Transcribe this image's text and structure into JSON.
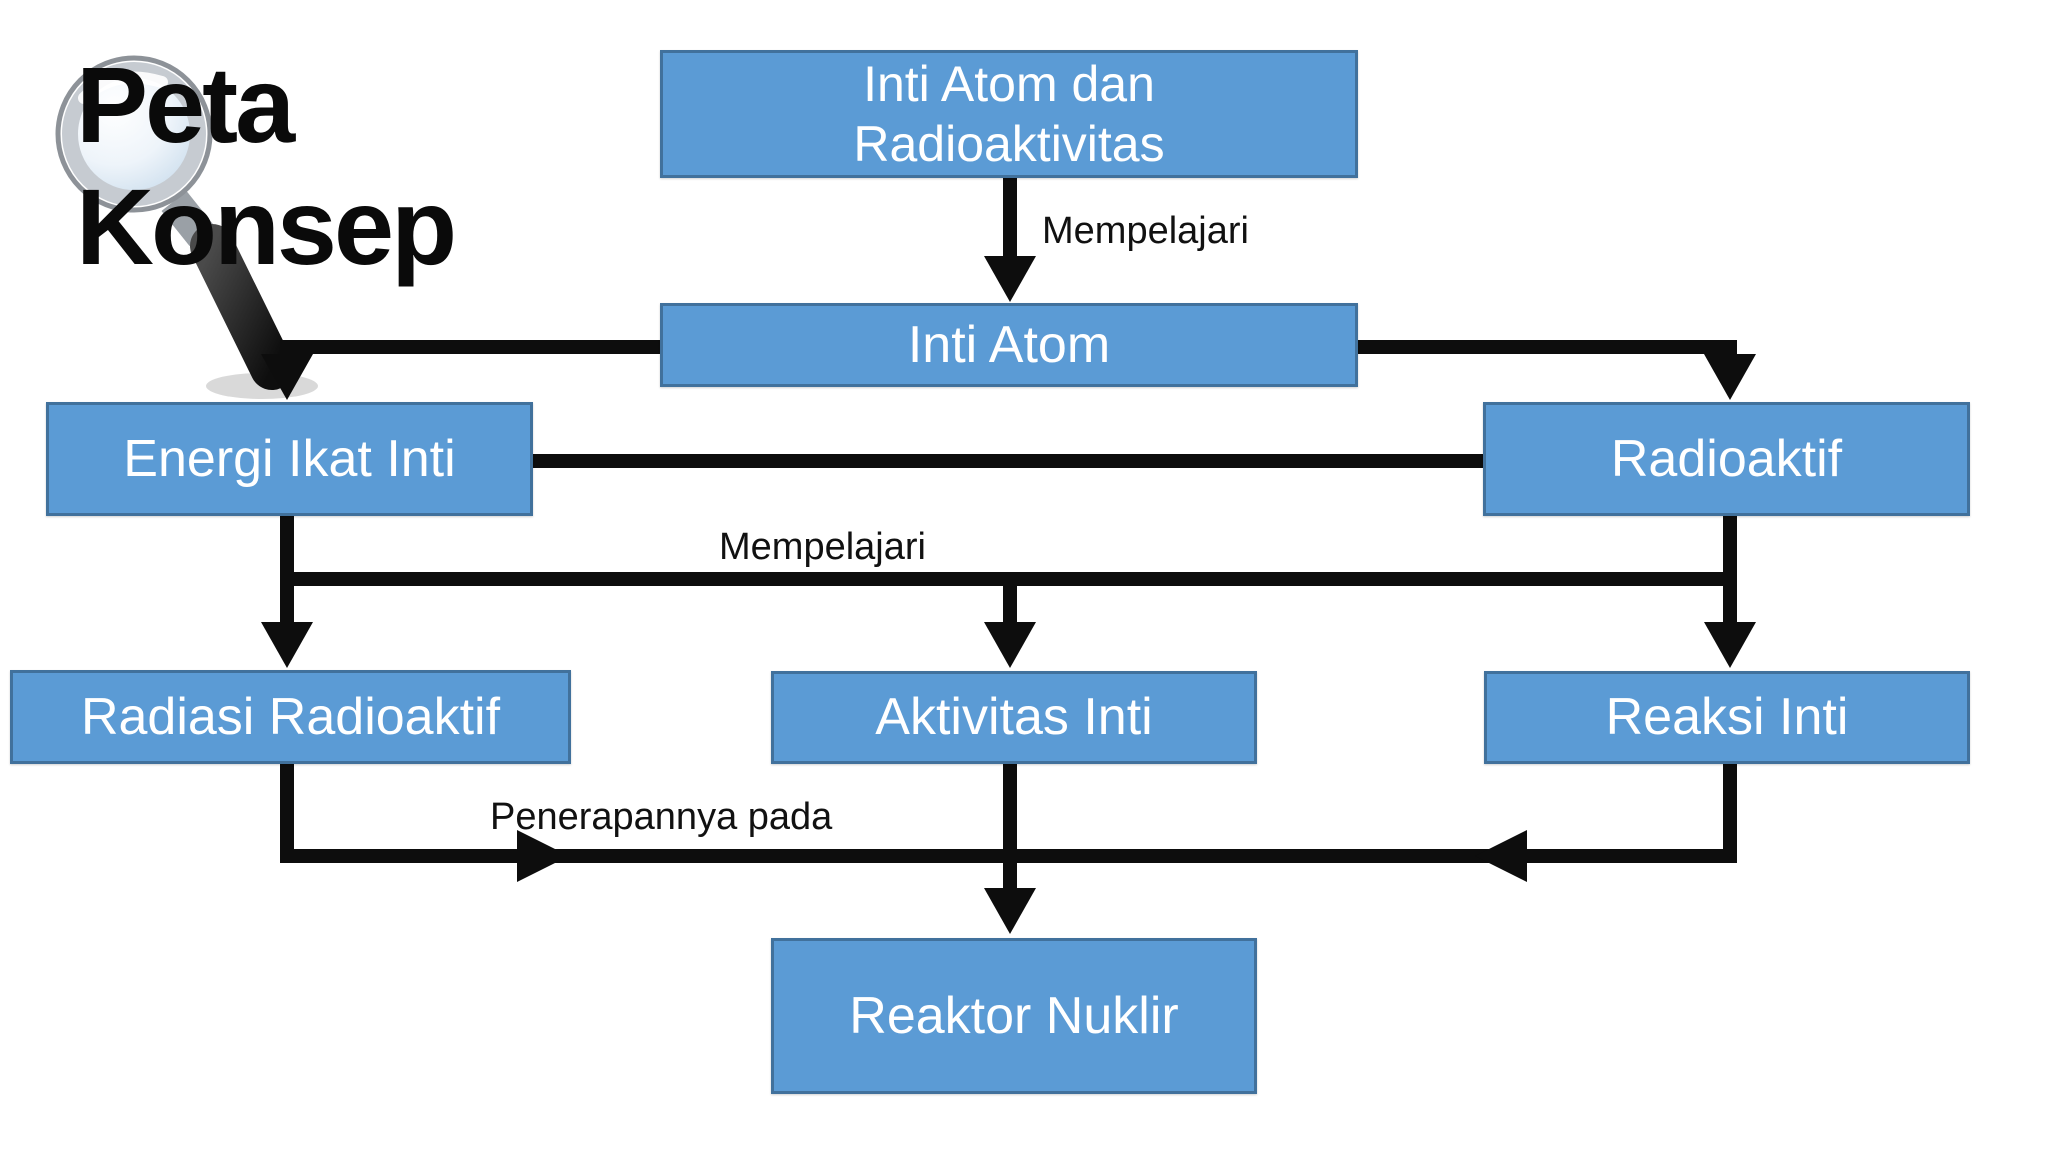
{
  "title": {
    "line1": "Peta",
    "line2": "Konsep"
  },
  "colors": {
    "box_fill": "#5b9bd5",
    "box_border": "#41719c",
    "connector": "#0d0d0d",
    "box_text": "#ffffff",
    "label_text": "#111111",
    "title_text": "#0a0a0a",
    "page_bg": "#ffffff"
  },
  "diagram": {
    "nodes": {
      "root_line1": "Inti Atom dan",
      "root_line2": "Radioaktivitas",
      "inti_atom": "Inti Atom",
      "energi_ikat_inti": "Energi Ikat Inti",
      "radioaktif": "Radioaktif",
      "radiasi_radioaktif": "Radiasi Radioaktif",
      "aktivitas_inti": "Aktivitas Inti",
      "reaksi_inti": "Reaksi Inti",
      "reaktor_nuklir": "Reaktor Nuklir"
    },
    "edge_labels": {
      "mempelajari_root": "Mempelajari",
      "mempelajari_mid": "Mempelajari",
      "penerapannya_pada": "Penerapannya pada"
    }
  },
  "icons": {
    "magnifier": "magnifying-glass"
  }
}
